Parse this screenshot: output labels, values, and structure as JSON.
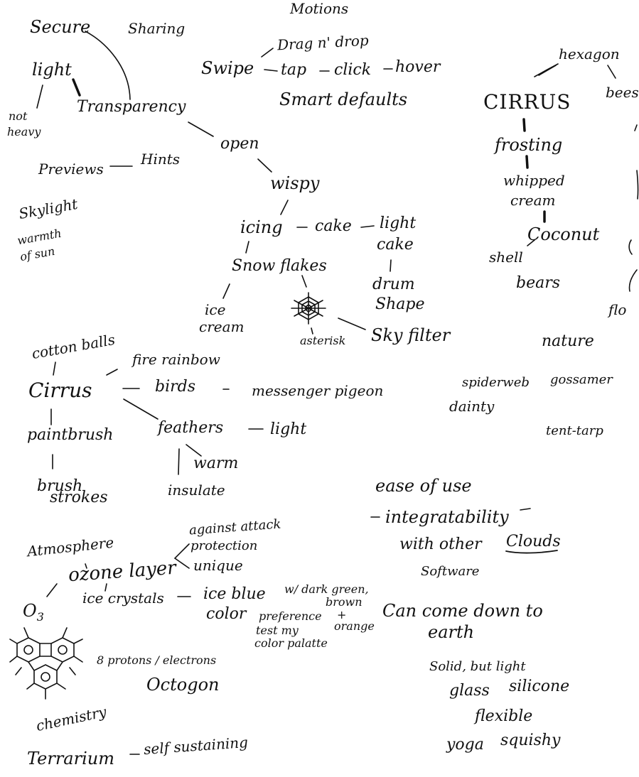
{
  "words": {
    "motions": "Motions",
    "drag_drop": "Drag n' drop",
    "swipe": "Swipe",
    "tap": "tap",
    "click": "click",
    "hover": "hover",
    "smart_defaults": "Smart defaults",
    "secure": "Secure",
    "sharing": "Sharing",
    "light_top": "light",
    "not": "not",
    "heavy": "heavy",
    "transparency": "Transparency",
    "open": "open",
    "previews": "Previews",
    "hints": "Hints",
    "wispy": "wispy",
    "skylight": "Skylight",
    "warmth_of": "warmth",
    "of_sun": "of sun",
    "icing": "icing",
    "cake": "cake",
    "light_cake_1": "light",
    "light_cake_2": "cake",
    "snowflakes": "Snow flakes",
    "drum": "drum",
    "shape": "Shape",
    "ice": "ice",
    "cream": "cream",
    "asterisk": "asterisk",
    "sky_filter": "Sky filter",
    "cirrus_caps": "CIRRUS",
    "hexagon": "hexagon",
    "bees": "bees",
    "frosting": "frosting",
    "whipped": "whipped",
    "cream2": "cream",
    "coconut": "Coconut",
    "shell": "shell",
    "bears": "bears",
    "nature": "nature",
    "flo": "flo",
    "spiderweb": "spiderweb",
    "gossamer": "gossamer",
    "dainty": "dainty",
    "tent_tarp": "tent-tarp",
    "cotton_balls": "cotton balls",
    "cirrus": "Cirrus",
    "fire_rainbow": "fire rainbow",
    "birds": "birds",
    "messenger_pigeon": "messenger pigeon",
    "paintbrush": "paintbrush",
    "feathers": "feathers",
    "light_feathers": "light",
    "warm": "warm",
    "insulate": "insulate",
    "brush": "brush",
    "strokes": "strokes",
    "ease_of_use": "ease of use",
    "integratability": "integratability",
    "with_other": "with other",
    "clouds": "Clouds",
    "software": "Software",
    "atmosphere": "Atmosphere",
    "ozone_layer": "ozone layer",
    "against_attack": "against attack",
    "protection": "protection",
    "unique": "unique",
    "o3": "O",
    "o3_sub": "3",
    "ice_crystals": "ice crystals",
    "ice_blue": "ice blue",
    "color": "color",
    "w_dark_green": "w/ dark green,",
    "brown": "brown",
    "plus": "+",
    "orange": "orange",
    "preference": "preference",
    "test_my": "test my",
    "color_palette": "color palatte",
    "can_come_down": "Can come down to",
    "earth": "earth",
    "protons": "8 protons / electrons",
    "octogon": "Octogon",
    "chemistry": "chemistry",
    "solid_but_light": "Solid, but light",
    "glass": "glass",
    "silicone": "silicone",
    "flexible": "flexible",
    "yoga": "yoga",
    "squishy": "squishy",
    "terrarium": "Terrarium",
    "self_sustaining": "self sustaining",
    "dash": "–"
  }
}
